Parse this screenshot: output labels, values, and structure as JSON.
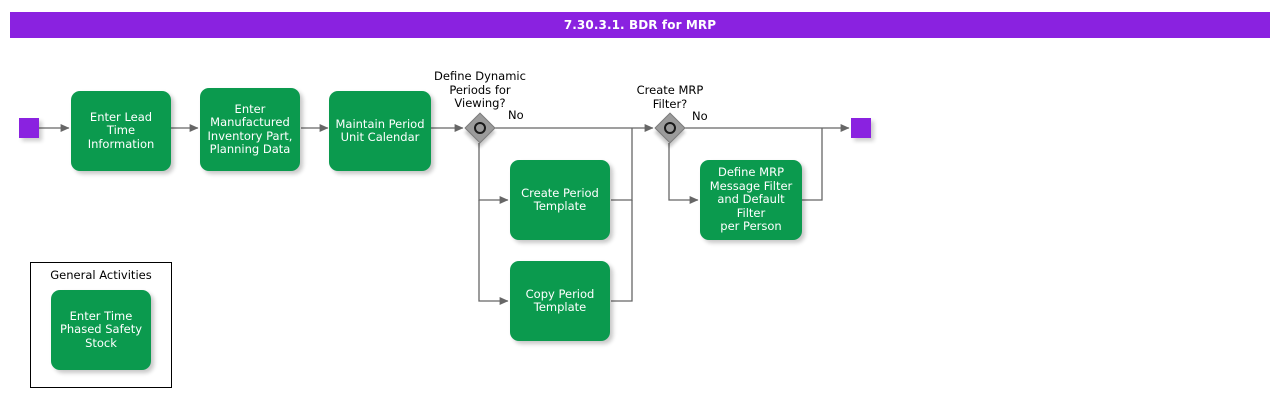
{
  "header": {
    "title": "7.30.3.1. BDR for MRP",
    "bar_color": "#8a22e0",
    "text_color": "#ffffff"
  },
  "palette": {
    "task_green": "#0b9a4e",
    "event_purple": "#8a22e0",
    "gateway_gray": "#9b9b9b",
    "connector_gray": "#666666",
    "canvas": "#ffffff"
  },
  "diagram": {
    "type": "bpmn-process-flow",
    "start_event": {
      "name": "start-event",
      "label": ""
    },
    "end_event": {
      "name": "end-event",
      "label": ""
    },
    "tasks": [
      {
        "id": "enter-lead-time-information",
        "label": "Enter Lead Time\nInformation"
      },
      {
        "id": "enter-manufactured-inventory-part-planning-data",
        "label": "Enter\nManufactured\nInventory Part,\nPlanning Data"
      },
      {
        "id": "maintain-period-unit-calendar",
        "label": "Maintain Period\nUnit Calendar"
      },
      {
        "id": "create-period-template",
        "label": "Create Period\nTemplate"
      },
      {
        "id": "copy-period-template",
        "label": "Copy Period\nTemplate"
      },
      {
        "id": "define-mrp-message-filter-and-default-filter-per-person",
        "label": "Define MRP\nMessage Filter\nand Default Filter\nper Person"
      }
    ],
    "gateways": [
      {
        "id": "define-dynamic-periods-for-viewing",
        "label": "Define Dynamic\nPeriods for\nViewing?",
        "no_label": "No"
      },
      {
        "id": "create-mrp-filter",
        "label": "Create MRP\nFilter?",
        "no_label": "No"
      }
    ],
    "group": {
      "id": "general-activities",
      "title": "General Activities",
      "tasks": [
        {
          "id": "enter-time-phased-safety-stock",
          "label": "Enter Time\nPhased Safety\nStock"
        }
      ]
    }
  }
}
